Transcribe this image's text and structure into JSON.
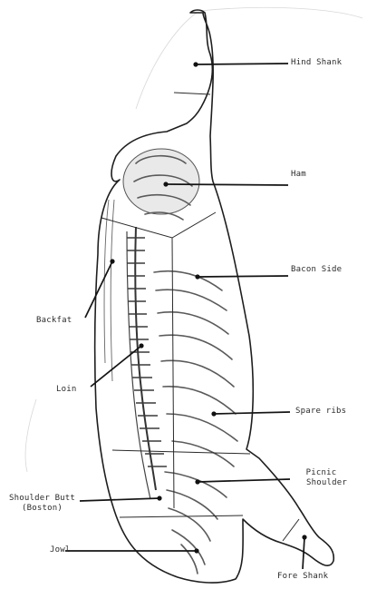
{
  "labels": {
    "hind_shank": "Hind Shank",
    "ham": "Ham",
    "bacon_side": "Bacon Side",
    "backfat": "Backfat",
    "loin": "Loin",
    "spare_ribs": "Spare ribs",
    "picnic_shoulder_line1": "Picnic",
    "picnic_shoulder_line2": "Shoulder",
    "shoulder_butt_line1": "Shoulder Butt",
    "shoulder_butt_line2": "(Boston)",
    "jowl": "Jowl",
    "fore_shank": "Fore Shank"
  }
}
